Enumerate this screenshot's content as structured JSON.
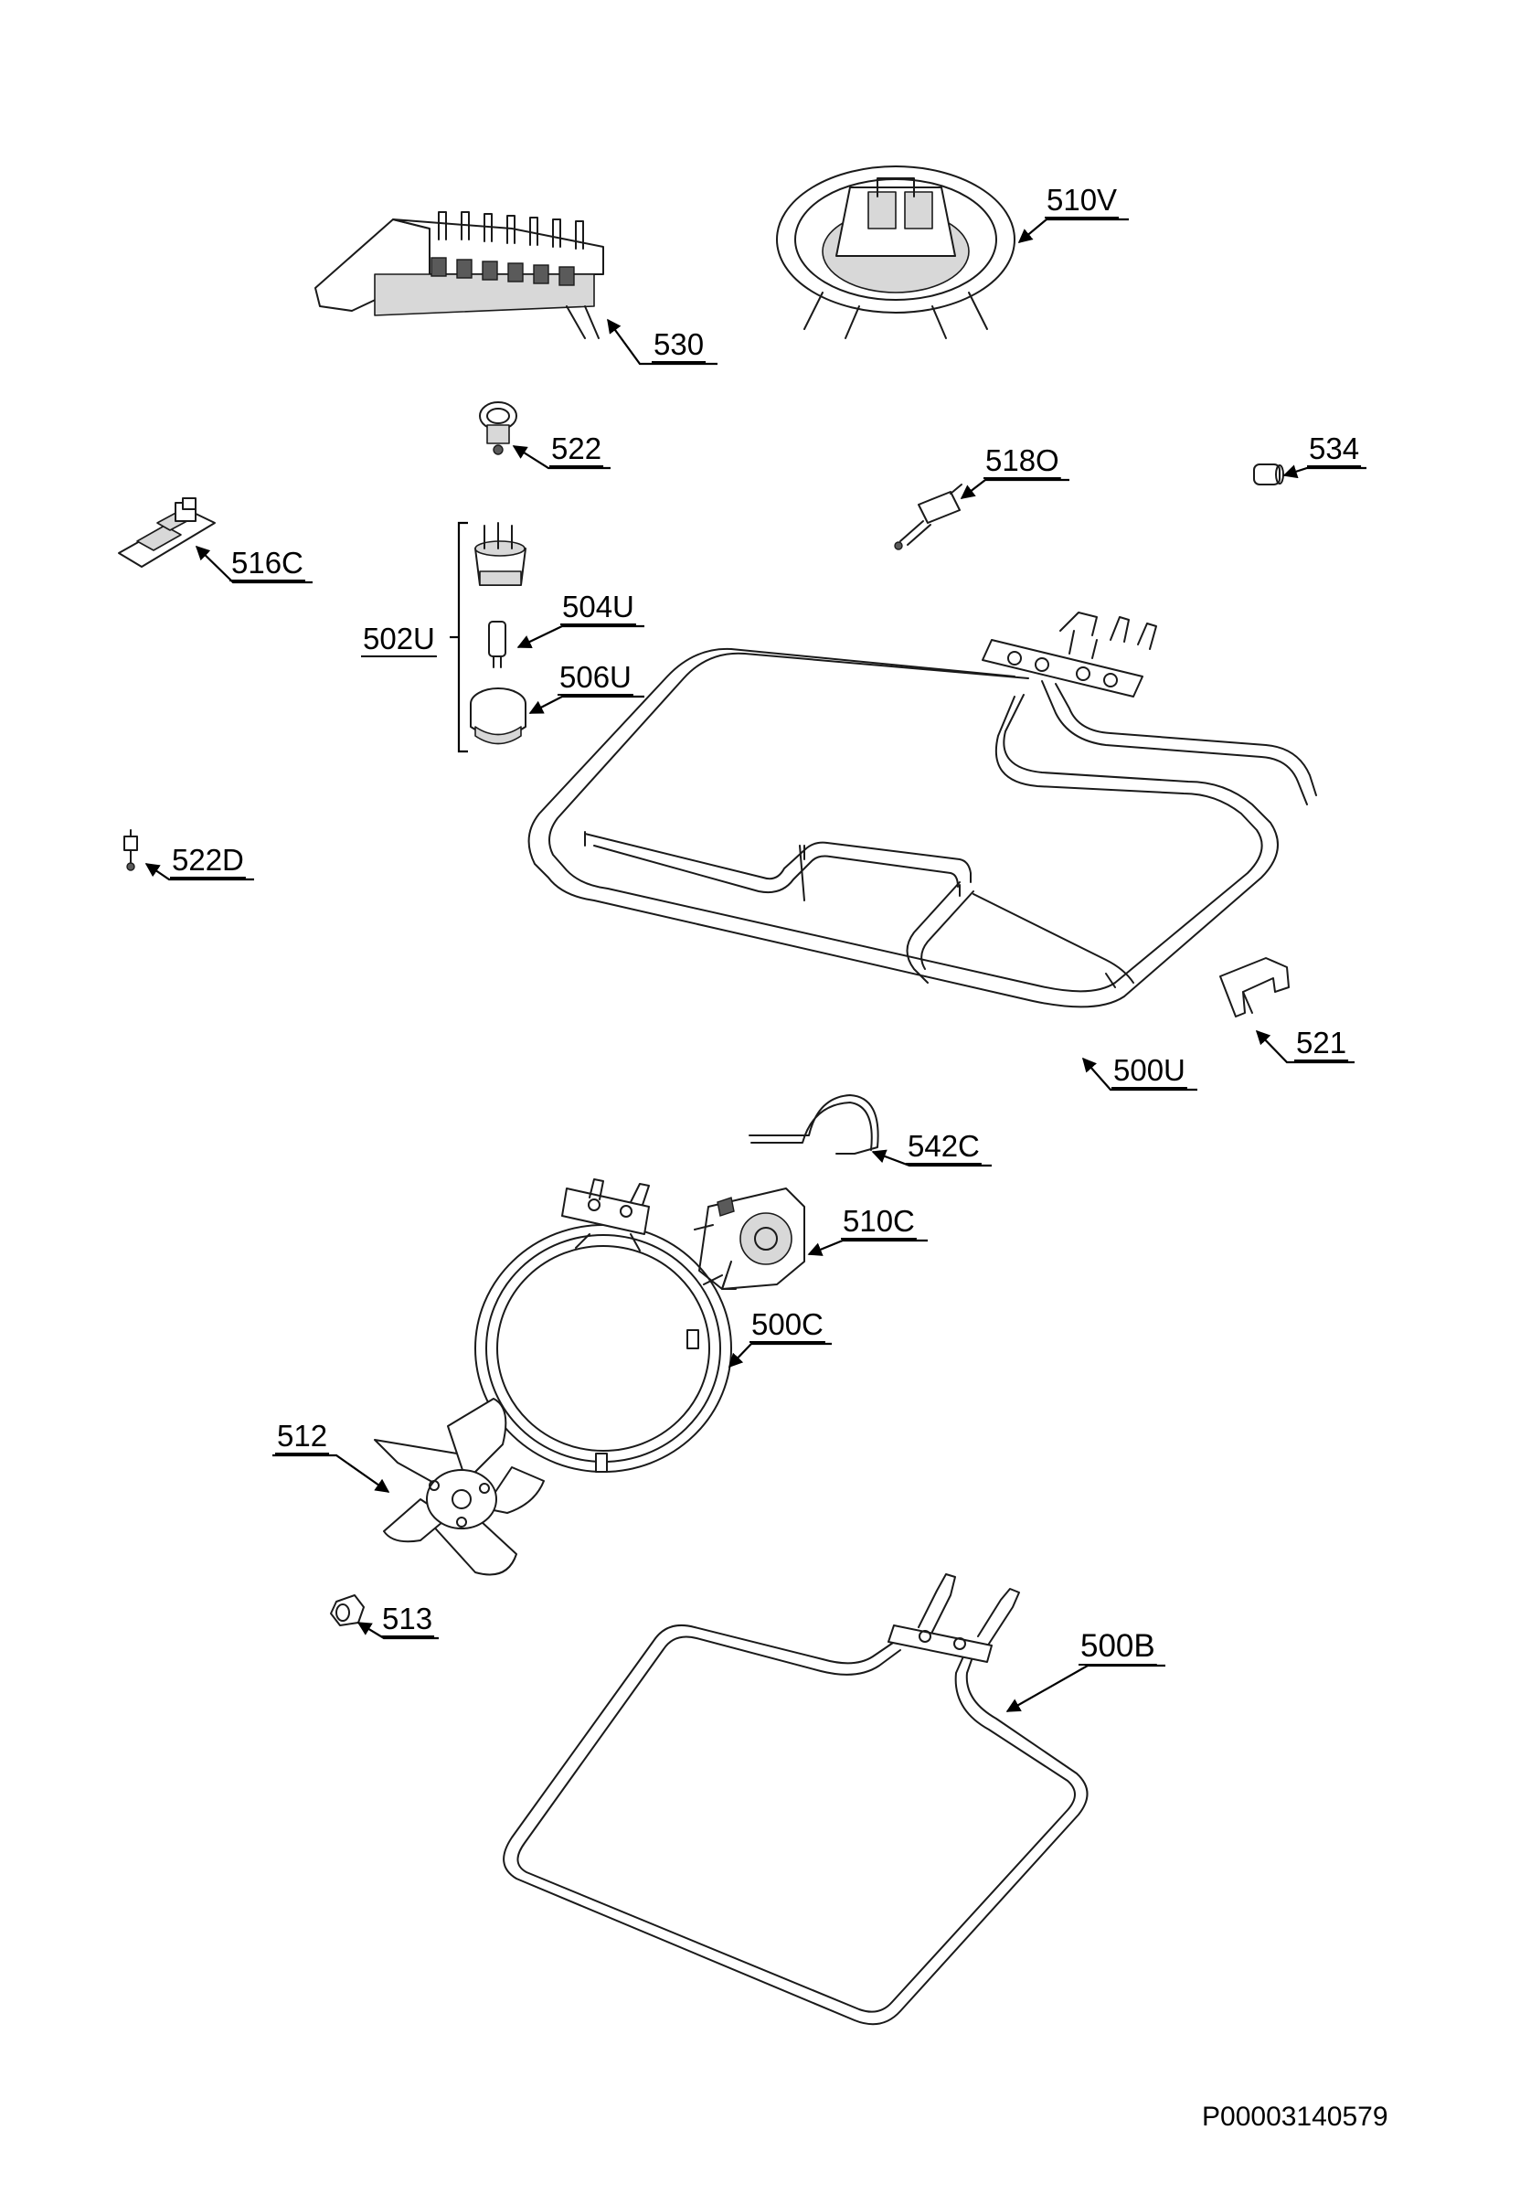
{
  "callouts": {
    "p530": "530",
    "p510V": "510V",
    "p522": "522",
    "p518O": "518O",
    "p534": "534",
    "p516C": "516C",
    "p502U": "502U",
    "p504U": "504U",
    "p506U": "506U",
    "p522D": "522D",
    "p521": "521",
    "p500U": "500U",
    "p542C": "542C",
    "p510C": "510C",
    "p500C": "500C",
    "p512": "512",
    "p513": "513",
    "p500B": "500B"
  },
  "document_id": "P00003140579"
}
